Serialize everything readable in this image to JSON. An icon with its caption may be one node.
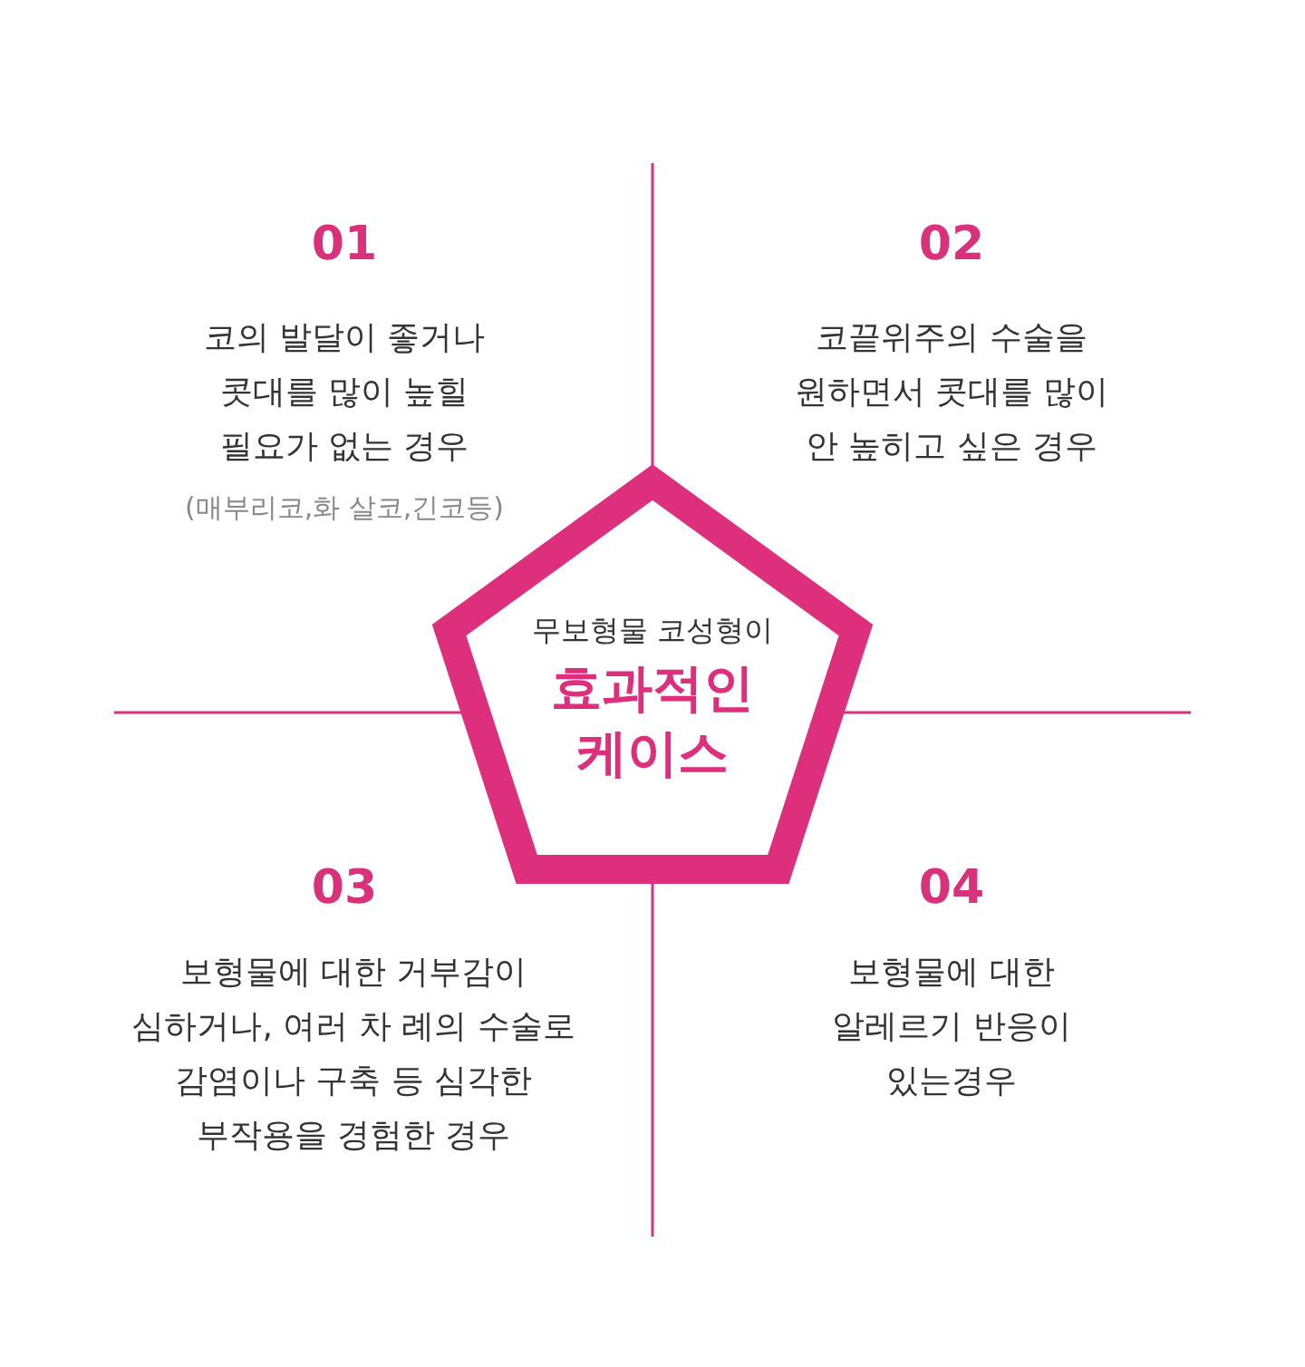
{
  "diagram": {
    "nodes": [
      {
        "text": [
          "무보형물 코성형이",
          "효과적인 케이스"
        ]
      }
    ],
    "edges": [],
    "labels": [
      "01",
      "코의 발달이 좋거나 콧대를 많이 높힐 필요가 없는 경우",
      "(매부리코,화 살코,긴코등)",
      "02",
      "코끝위주의 수술을 원하면서 콧대를 많이 안 높히고 싶은 경우",
      "03",
      "보형물에 대한 거부감이 심하거나, 여러 차 례의 수술로 감염이나 구축 등 심각한 부작용을 경험한 경우",
      "04",
      "보형물에 대한 알레르기 반응이 있는경우"
    ]
  }
}
